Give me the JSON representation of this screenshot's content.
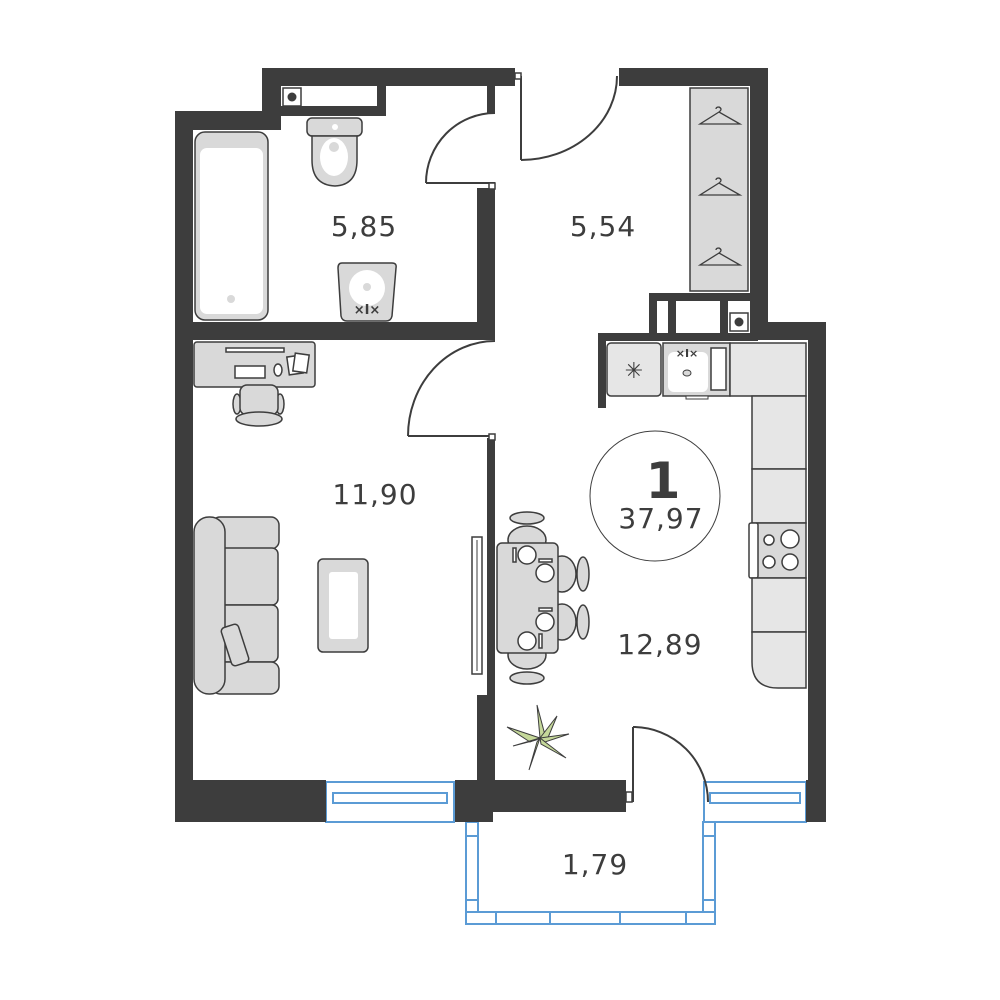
{
  "apartment": {
    "rooms_count": "1",
    "total_area": "37,97"
  },
  "rooms": {
    "bathroom": "5,85",
    "hallway": "5,54",
    "living_room": "11,90",
    "kitchen": "12,89",
    "balcony": "1,79"
  },
  "colors": {
    "wall": "#3d3d3d",
    "furniture": "#d9d9d9",
    "window": "#5b9bd5"
  }
}
